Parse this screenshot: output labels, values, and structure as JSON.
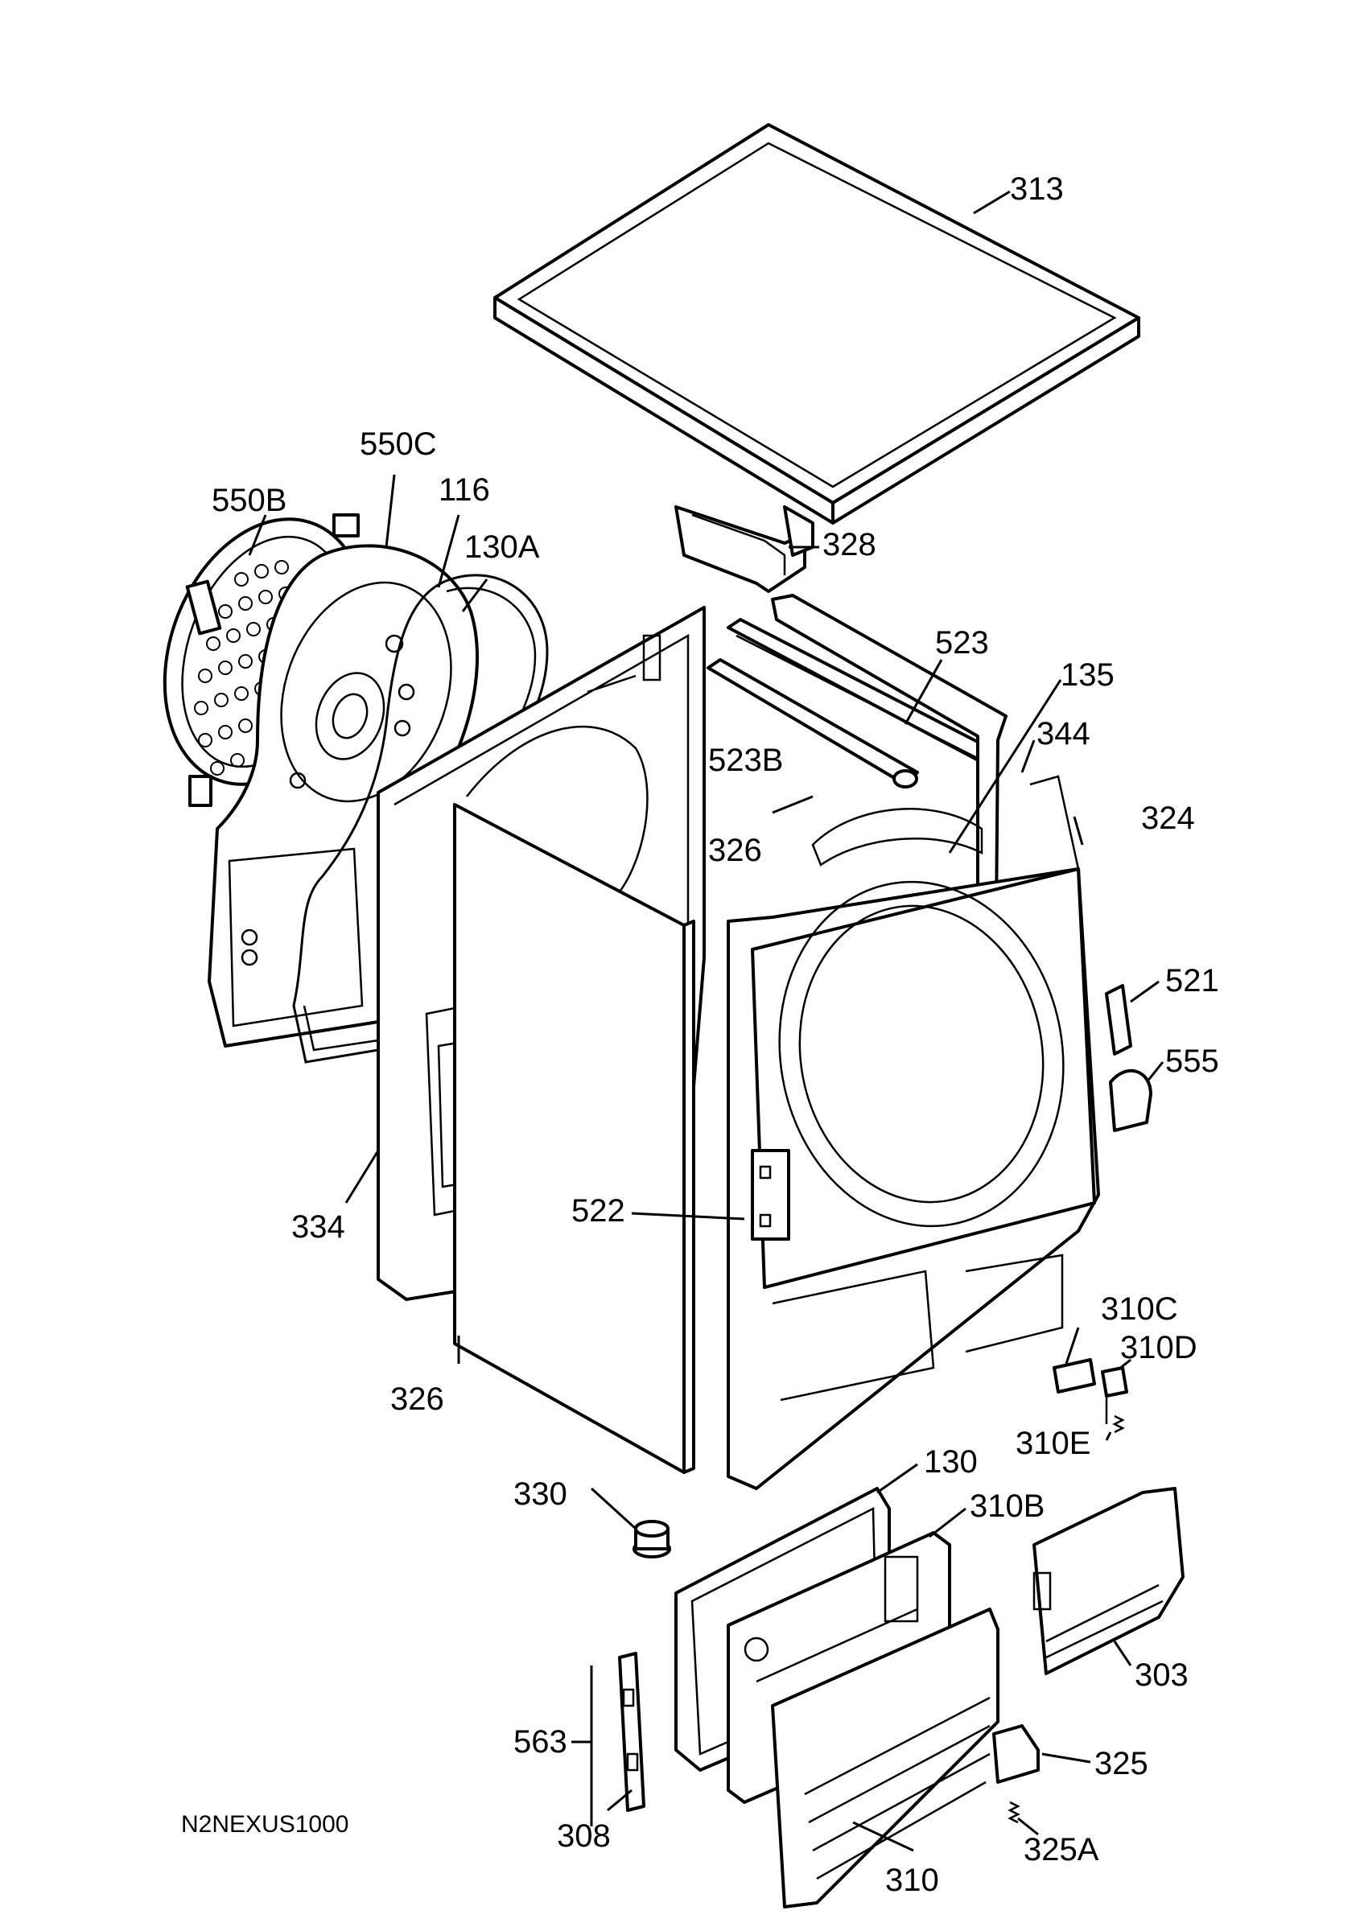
{
  "diagram_code": "N2NEXUS1000",
  "labels": {
    "l313": "313",
    "l550C": "550C",
    "l550B": "550B",
    "l116": "116",
    "l130A": "130A",
    "l328": "328",
    "l523": "523",
    "l135": "135",
    "l344": "344",
    "l523B": "523B",
    "l324": "324",
    "l326a": "326",
    "l521": "521",
    "l555": "555",
    "l334": "334",
    "l522": "522",
    "l326b": "326",
    "l310C": "310C",
    "l310D": "310D",
    "l310E": "310E",
    "l330": "330",
    "l130": "130",
    "l310B": "310B",
    "l303": "303",
    "l563": "563",
    "l325": "325",
    "l308": "308",
    "l325A": "325A",
    "l310": "310"
  }
}
